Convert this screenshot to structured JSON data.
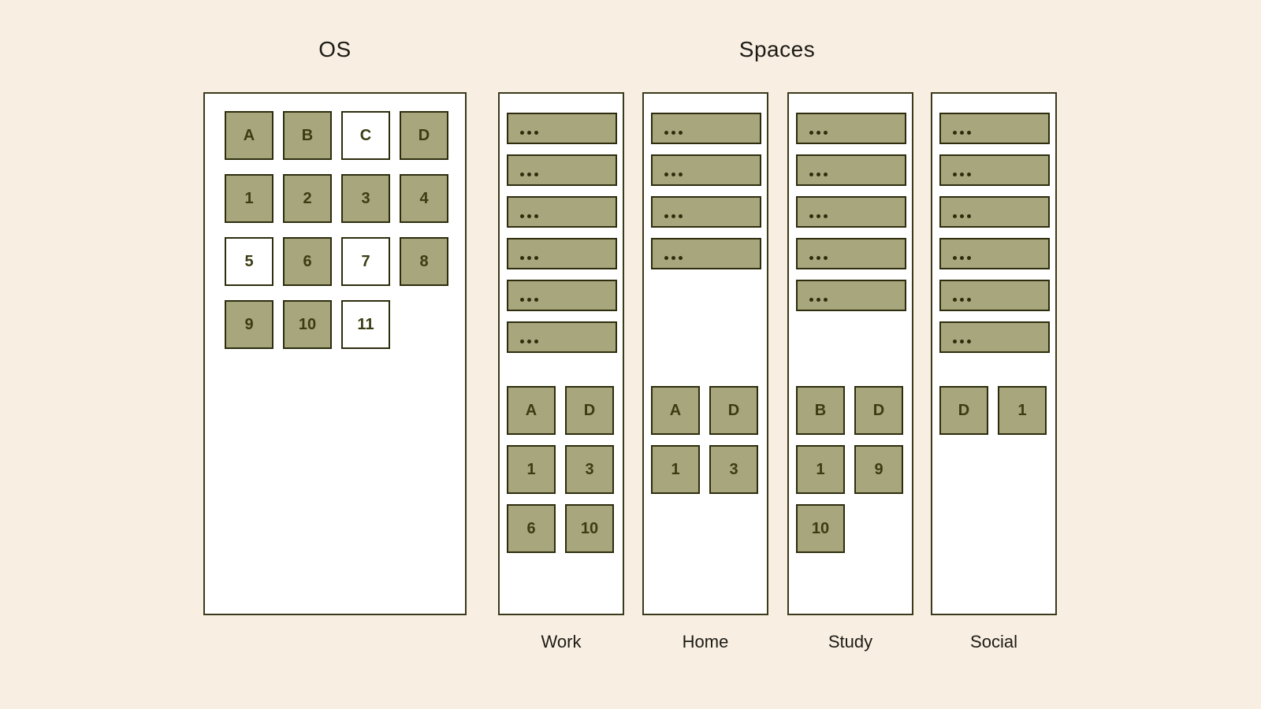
{
  "titles": {
    "os": "OS",
    "spaces": "Spaces"
  },
  "colors": {
    "background": "#f8eee1",
    "panel_fill": "#ffffff",
    "tile_fill": "#a8a67c",
    "tile_empty_fill": "#ffffff",
    "outline": "#2d2d0e",
    "tile_text": "#3c3c14",
    "heading_text": "#1c1b16"
  },
  "os": {
    "rows": [
      [
        {
          "label": "A",
          "filled": true
        },
        {
          "label": "B",
          "filled": true
        },
        {
          "label": "C",
          "filled": false
        },
        {
          "label": "D",
          "filled": true
        }
      ],
      [
        {
          "label": "1",
          "filled": true
        },
        {
          "label": "2",
          "filled": true
        },
        {
          "label": "3",
          "filled": true
        },
        {
          "label": "4",
          "filled": true
        }
      ],
      [
        {
          "label": "5",
          "filled": false
        },
        {
          "label": "6",
          "filled": true
        },
        {
          "label": "7",
          "filled": false
        },
        {
          "label": "8",
          "filled": true
        }
      ],
      [
        {
          "label": "9",
          "filled": true
        },
        {
          "label": "10",
          "filled": true
        },
        {
          "label": "11",
          "filled": false
        }
      ]
    ]
  },
  "spaces": {
    "columns": [
      {
        "label": "Work",
        "bar_count": 6,
        "bar_icon": "ellipsis-icon",
        "tiles": [
          [
            "A",
            "D"
          ],
          [
            "1",
            "3"
          ],
          [
            "6",
            "10"
          ]
        ]
      },
      {
        "label": "Home",
        "bar_count": 4,
        "bar_icon": "ellipsis-icon",
        "tiles": [
          [
            "A",
            "D"
          ],
          [
            "1",
            "3"
          ]
        ]
      },
      {
        "label": "Study",
        "bar_count": 5,
        "bar_icon": "ellipsis-icon",
        "tiles": [
          [
            "B",
            "D"
          ],
          [
            "1",
            "9"
          ],
          [
            "10"
          ]
        ]
      },
      {
        "label": "Social",
        "bar_count": 6,
        "bar_icon": "ellipsis-icon",
        "tiles": [
          [
            "D",
            "1"
          ]
        ]
      }
    ]
  }
}
